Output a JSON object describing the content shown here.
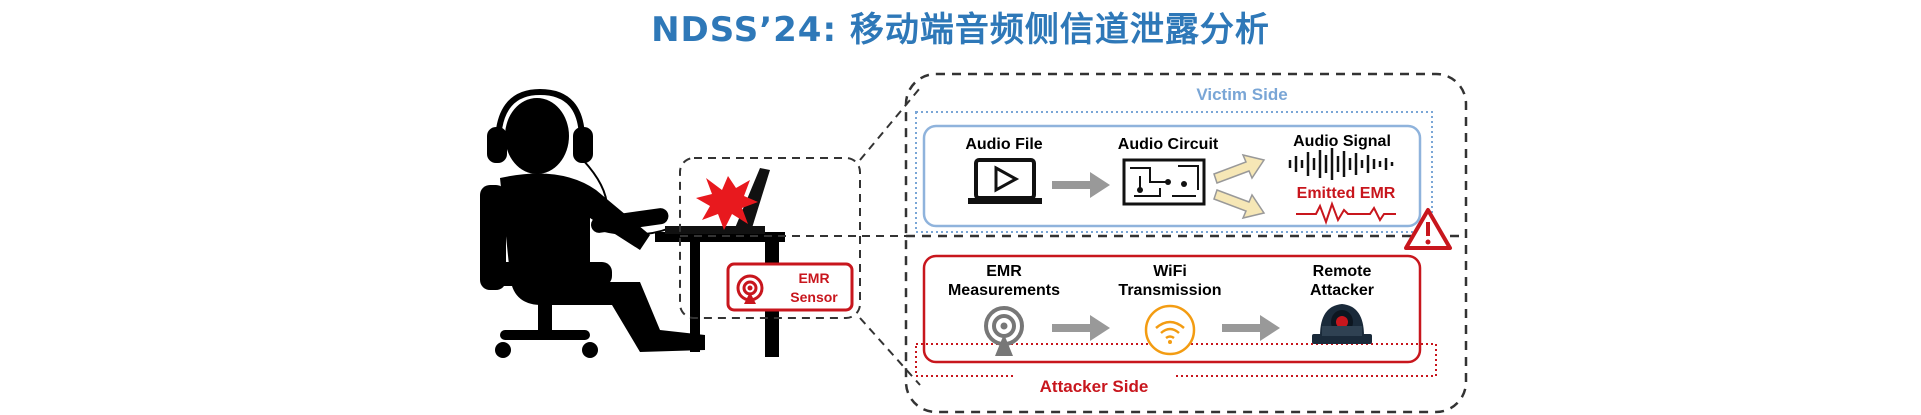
{
  "title": "NDSS’24: 移动端音频侧信道泄露分析",
  "colors": {
    "title": "#2e78b8",
    "victim": "#7aa6d6",
    "attacker": "#c8161d",
    "dash": "#333333"
  },
  "laptop_sensor": {
    "line1": "EMR",
    "line2": "Sensor"
  },
  "victim": {
    "side_label": "Victim Side",
    "audio_file": "Audio File",
    "audio_circuit": "Audio Circuit",
    "audio_signal": "Audio Signal",
    "emitted_emr": "Emitted EMR"
  },
  "attacker": {
    "side_label": "Attacker Side",
    "emr_line1": "EMR",
    "emr_line2": "Measurements",
    "wifi_line1": "WiFi",
    "wifi_line2": "Transmission",
    "remote_line1": "Remote",
    "remote_line2": "Attacker"
  },
  "icons": [
    "user-at-laptop-icon",
    "headphones-icon",
    "spark-icon",
    "antenna-icon",
    "play-icon",
    "circuit-icon",
    "waveform-icon",
    "wifi-icon",
    "hacker-icon",
    "warning-icon"
  ]
}
